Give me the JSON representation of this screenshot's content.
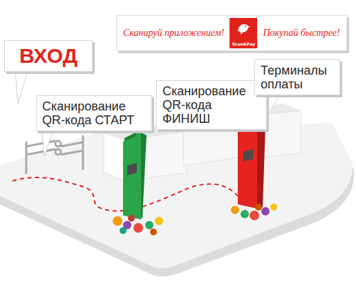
{
  "diagram": {
    "nodes": [
      {
        "text": [
          "Сканируй приложением!",
          "Покупай быстрее!"
        ]
      },
      {
        "text": [
          "Scan&Pay"
        ],
        "in": 0
      },
      {
        "text": [
          "ВХОД"
        ]
      },
      {
        "text": [
          "Сканирование QR-кода СТАРТ"
        ]
      },
      {
        "text": [
          "Сканирование QR-кода ФИНИШ"
        ]
      },
      {
        "text": [
          "Терминалы оплаты"
        ]
      }
    ]
  }
}
